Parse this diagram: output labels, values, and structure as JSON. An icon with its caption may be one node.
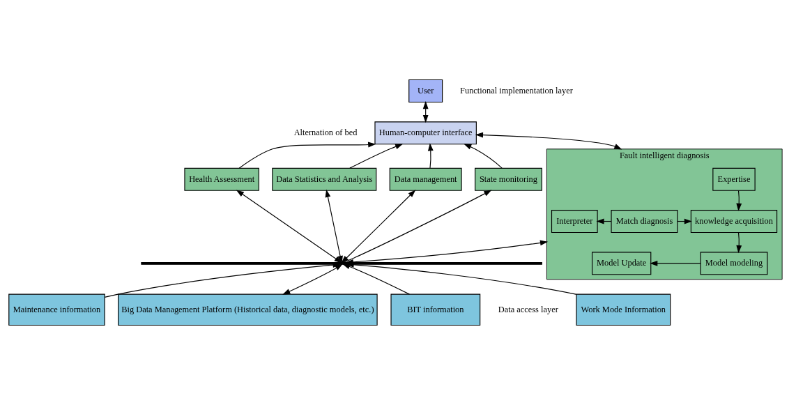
{
  "diagram": {
    "nodes": [
      {
        "text": [
          "User"
        ]
      },
      {
        "text": [
          "Human-computer interface"
        ]
      },
      {
        "text": [
          "State monitoring"
        ]
      },
      {
        "text": [
          "Fault intelligent diagnosis"
        ]
      },
      {
        "text": [
          "Expertise"
        ],
        "in": 3
      },
      {
        "text": [
          "knowledge acquisition"
        ],
        "in": 3
      },
      {
        "text": [
          "Match diagnosis"
        ],
        "in": 3
      },
      {
        "text": [
          "Interpreter"
        ],
        "in": 3
      },
      {
        "text": [
          "Model modeling"
        ],
        "in": 3
      },
      {
        "text": [
          "Model Update"
        ],
        "in": 3
      },
      {
        "text": [
          "Health Assessment"
        ]
      },
      {
        "text": [
          "Data Statistics and Analysis"
        ]
      },
      {
        "text": [
          "Data management"
        ]
      },
      {
        "text": [],
        "shape": "bar"
      },
      {
        "text": [
          "BIT information"
        ]
      },
      {
        "text": [
          "Work Mode Information"
        ]
      },
      {
        "text": [
          "Maintenance information"
        ]
      },
      {
        "text": [
          "Big Data Management Platform (Historical data, diagnostic models, etc.)"
        ]
      }
    ],
    "edges": [
      {
        "from": 0,
        "to": 1,
        "arrow": "both"
      },
      {
        "from": 2,
        "to": 1,
        "arrow": "to"
      },
      {
        "from": 3,
        "to": 1,
        "arrow": "both"
      },
      {
        "from": 10,
        "to": 1,
        "arrow": "to"
      },
      {
        "from": 11,
        "to": 1,
        "arrow": "to"
      },
      {
        "from": 12,
        "to": 1,
        "arrow": "to"
      },
      {
        "from": 4,
        "to": 5,
        "arrow": "to"
      },
      {
        "from": 6,
        "to": 5,
        "arrow": "to"
      },
      {
        "from": 6,
        "to": 7,
        "arrow": "to"
      },
      {
        "from": 5,
        "to": 8,
        "arrow": "to"
      },
      {
        "from": 8,
        "to": 9,
        "arrow": "to"
      },
      {
        "from": 13,
        "to": 2,
        "arrow": "to"
      },
      {
        "from": 3,
        "to": 13,
        "arrow": "both"
      },
      {
        "from": 10,
        "to": 13,
        "arrow": "both"
      },
      {
        "from": 11,
        "to": 13,
        "arrow": "both"
      },
      {
        "from": 12,
        "to": 13,
        "arrow": "both"
      },
      {
        "from": 14,
        "to": 13,
        "arrow": "to"
      },
      {
        "from": 15,
        "to": 13,
        "arrow": "to"
      },
      {
        "from": 16,
        "to": 13,
        "arrow": "to"
      },
      {
        "from": 17,
        "to": 13,
        "arrow": "both"
      }
    ],
    "labels": [
      "Alternation of bed",
      "Functional implementation layer",
      "Data access layer"
    ]
  }
}
